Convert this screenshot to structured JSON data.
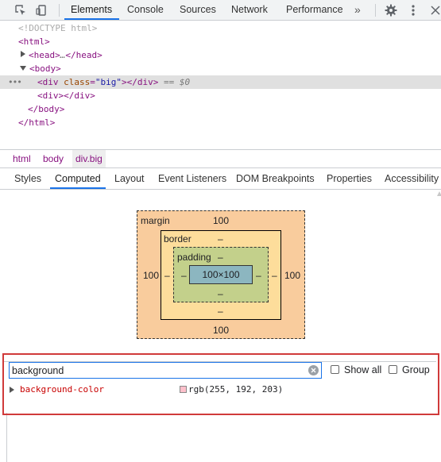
{
  "toolbar": {
    "tabs": [
      {
        "label": "Elements",
        "active": true
      },
      {
        "label": "Console",
        "active": false
      },
      {
        "label": "Sources",
        "active": false
      },
      {
        "label": "Network",
        "active": false
      },
      {
        "label": "Performance",
        "active": false
      }
    ],
    "more_tabs": "»",
    "icons": [
      "inspect-element-icon",
      "device-toggle-icon",
      "settings-gear-icon",
      "kebab-menu-icon",
      "close-icon"
    ]
  },
  "dom_tree": {
    "doctype": "<!DOCTYPE html>",
    "html_open": "<html>",
    "head_open": "<head>",
    "head_ellipsis": "…",
    "head_close": "</head>",
    "body_open": "<body>",
    "div_open": "<div",
    "attr_name": "class",
    "attr_value": "\"big\"",
    "div_open_end": ">",
    "div_close": "</div>",
    "selected_marker": "== $0",
    "row_dots": "•••",
    "div2_open": "<div>",
    "div2_close": "</div>",
    "body_close": "</body>",
    "html_close": "</html>"
  },
  "breadcrumb": [
    "html",
    "body",
    "div.big"
  ],
  "sidebar_tabs": [
    {
      "label": "Styles",
      "active": false
    },
    {
      "label": "Computed",
      "active": true
    },
    {
      "label": "Layout",
      "active": false
    },
    {
      "label": "Event Listeners",
      "active": false
    },
    {
      "label": "DOM Breakpoints",
      "active": false
    },
    {
      "label": "Properties",
      "active": false
    },
    {
      "label": "Accessibility",
      "active": false
    }
  ],
  "box_model": {
    "margin_label": "margin",
    "margin_top": "100",
    "margin_bottom": "100",
    "margin_left": "100",
    "margin_right": "100",
    "border_label": "border",
    "border_top": "–",
    "border_bottom": "–",
    "border_left": "–",
    "border_right": "–",
    "padding_label": "padding",
    "padding_top": "–",
    "padding_bottom": "–",
    "padding_left": "–",
    "padding_right": "–",
    "content": "100×100"
  },
  "filter": {
    "value": "background",
    "show_all_label": "Show all",
    "group_label": "Group",
    "show_all_checked": false,
    "group_checked": false
  },
  "computed_properties": [
    {
      "name": "background-color",
      "value": "rgb(255, 192, 203)",
      "swatch_color": "#ffc0cb"
    }
  ],
  "colors": {
    "accent": "#1a73e8",
    "highlight_border": "#d03a3a",
    "margin_fill": "#f9cc9d",
    "border_fill": "#fddd9b",
    "padding_fill": "#c3d08b",
    "content_fill": "#8cb6c0"
  }
}
